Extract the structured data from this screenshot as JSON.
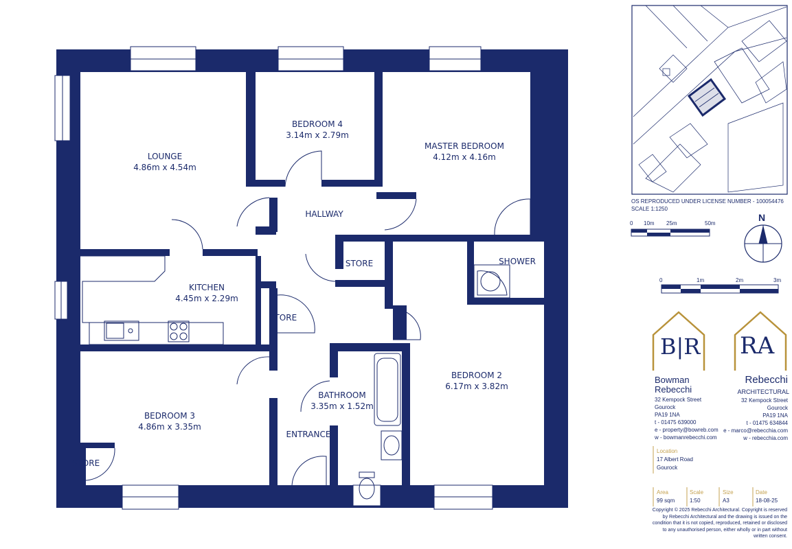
{
  "colors": {
    "wall": "#1b2a6b",
    "gold": "#b8923a",
    "text": "#1b2a6b",
    "caption": "#c4a150"
  },
  "rooms": [
    {
      "id": "lounge",
      "name": "LOUNGE",
      "dims": "4.86m x 4.54m"
    },
    {
      "id": "bedroom4",
      "name": "BEDROOM 4",
      "dims": "3.14m x 2.79m"
    },
    {
      "id": "master",
      "name": "MASTER BEDROOM",
      "dims": "4.12m x 4.16m"
    },
    {
      "id": "hallway",
      "name": "HALLWAY",
      "dims": ""
    },
    {
      "id": "store1",
      "name": "STORE",
      "dims": ""
    },
    {
      "id": "shower",
      "name": "SHOWER",
      "dims": ""
    },
    {
      "id": "kitchen",
      "name": "KITCHEN",
      "dims": "4.45m x 2.29m"
    },
    {
      "id": "store2",
      "name": "STORE",
      "dims": ""
    },
    {
      "id": "bathroom",
      "name": "BATHROOM",
      "dims": "3.35m x 1.52m"
    },
    {
      "id": "bedroom2",
      "name": "BEDROOM 2",
      "dims": "6.17m x 3.82m"
    },
    {
      "id": "bedroom3",
      "name": "BEDROOM 3",
      "dims": "4.86m x 3.35m"
    },
    {
      "id": "entrance",
      "name": "ENTRANCE",
      "dims": ""
    },
    {
      "id": "store3",
      "name": "STORE",
      "dims": ""
    }
  ],
  "location_map": {
    "caption": "OS REPRODUCED UNDER LICENSE NUMBER - 100054476",
    "scale": "SCALE 1:1250",
    "scale_ticks": [
      "0",
      "10m",
      "25m",
      "50m"
    ],
    "north": "N"
  },
  "plan_scale": {
    "ticks": [
      "0",
      "1m",
      "2m",
      "3m"
    ]
  },
  "agent1": {
    "logo_text": "B|R",
    "name": "Bowman\nRebecchi",
    "address": [
      "32 Kempock Street",
      "Gourock",
      "PA19 1NA"
    ],
    "contact": [
      "t - 01475 639000",
      "e - property@bowreb.com",
      "w - bowmanrebecchi.com"
    ]
  },
  "agent2": {
    "logo_text": "RA",
    "name": "Rebecchi",
    "subtitle": "ARCHITECTURAL",
    "address": [
      "32 Kempock Street",
      "Gourock",
      "PA19 1NA"
    ],
    "contact": [
      "t - 01475 634844",
      "e - marco@rebecchia.com",
      "w - rebecchia.com"
    ]
  },
  "location": {
    "label": "Location",
    "line1": "17 Albert Road",
    "line2": "Gourock"
  },
  "meta": [
    {
      "label": "Area",
      "value": "99 sqm"
    },
    {
      "label": "Scale",
      "value": "1:50"
    },
    {
      "label": "Size",
      "value": "A3"
    },
    {
      "label": "Date",
      "value": "18-08-25"
    }
  ],
  "copyright": "Copyright © 2025 Rebecchi Architectural. Copyright is reserved by Rebecchi Architectural and the drawing is issued on the condition that it is not copied, reproduced, retained or disclosed to any unauthorised person, either wholly or in part without written consent."
}
